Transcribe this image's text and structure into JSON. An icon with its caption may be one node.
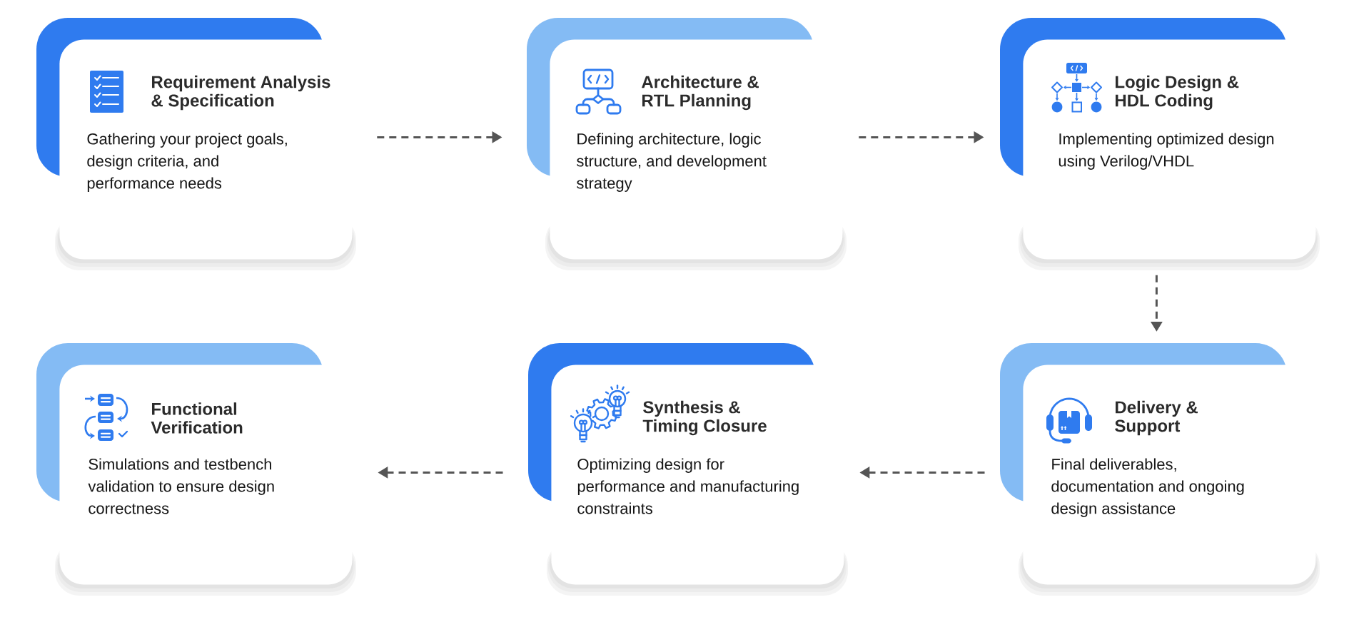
{
  "diagram": {
    "nodes": [
      {
        "text": [
          "Requirement Analysis & Specification",
          "Gathering your project goals, design criteria, and performance needs"
        ]
      },
      {
        "text": [
          "Architecture & RTL Planning",
          "Defining architecture, logic structure, and development strategy"
        ]
      },
      {
        "text": [
          "Logic Design & HDL Coding",
          "Implementing optimized design using Verilog/VHDL"
        ]
      },
      {
        "text": [
          "Functional Verification",
          "Simulations and testbench validation to ensure design correctness"
        ]
      },
      {
        "text": [
          "Synthesis & Timing Closure",
          "Optimizing design for performance and manufacturing constraints"
        ]
      },
      {
        "text": [
          "Delivery & Support",
          "Final deliverables, documentation and ongoing design assistance"
        ]
      }
    ],
    "edges": [
      {
        "from": 0,
        "to": 1,
        "arrow": "to",
        "style": "dashed"
      },
      {
        "from": 1,
        "to": 2,
        "arrow": "to",
        "style": "dashed"
      },
      {
        "from": 2,
        "to": 5,
        "arrow": "to",
        "style": "dashed"
      },
      {
        "from": 5,
        "to": 4,
        "arrow": "to",
        "style": "dashed"
      },
      {
        "from": 4,
        "to": 3,
        "arrow": "to",
        "style": "dashed"
      }
    ]
  }
}
